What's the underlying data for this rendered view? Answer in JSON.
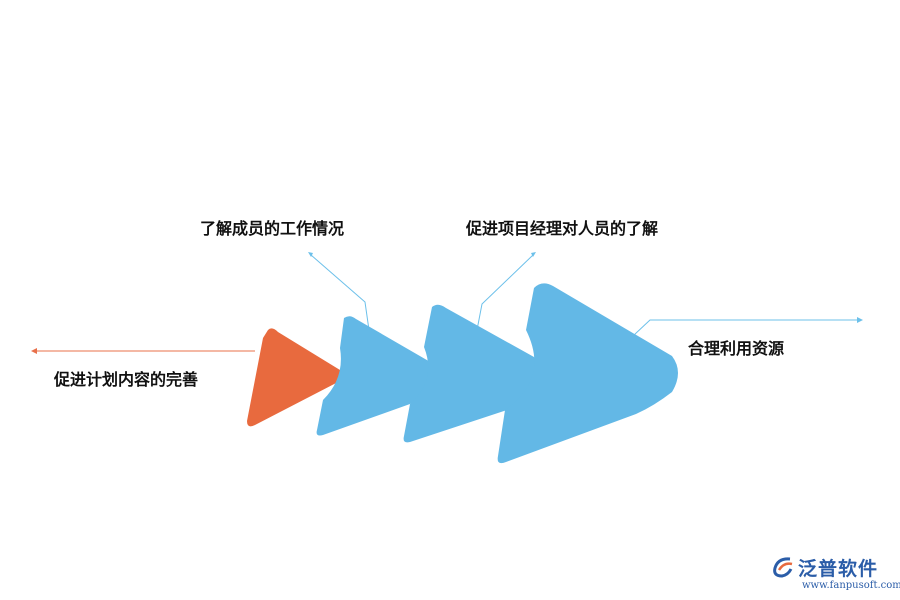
{
  "labels": {
    "left": "促进计划内容的完善",
    "mid1": "了解成员的工作情况",
    "mid2": "促进项目经理对人员的了解",
    "right": "合理利用资源"
  },
  "logo": {
    "name": "泛普软件",
    "url": "www.fanpusoft.com"
  },
  "colors": {
    "orange": "#e86a3e",
    "blue": "#63b8e6",
    "line_orange": "#e8704a",
    "line_blue": "#6cc0ea",
    "logo": "#2b5da8"
  }
}
